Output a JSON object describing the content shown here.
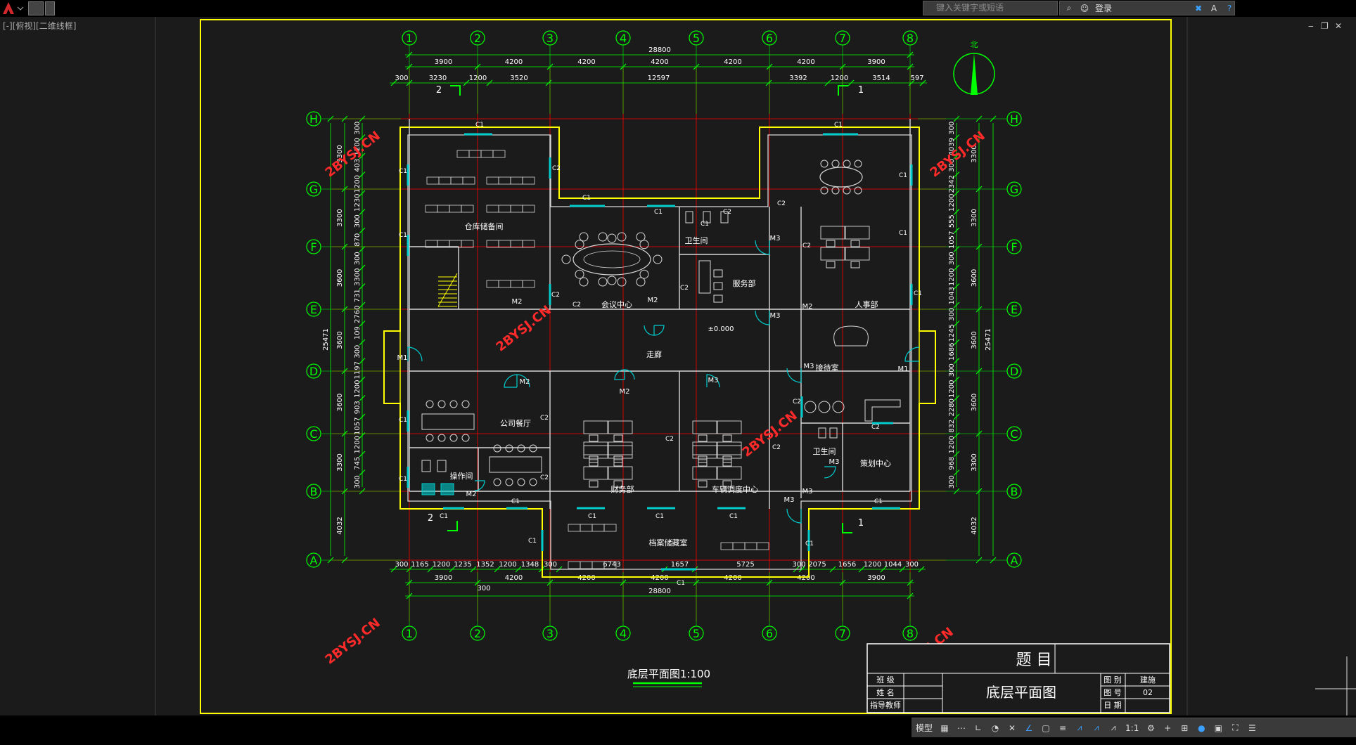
{
  "toolbar": {
    "search_placeholder": "键入关键字或短语",
    "login_label": "登录",
    "zoom_ratio": "1:1",
    "model_label": "模型"
  },
  "viewport": {
    "label": "[-][俯视][二维线框]"
  },
  "drawing": {
    "grid_cols": [
      "1",
      "2",
      "3",
      "4",
      "5",
      "6",
      "7",
      "8"
    ],
    "grid_rows": [
      "A",
      "B",
      "C",
      "D",
      "E",
      "F",
      "G",
      "H"
    ],
    "dim_total_top": "28800",
    "dim_top_row1": [
      "3900",
      "4200",
      "4200",
      "4200",
      "4200",
      "4200",
      "3900"
    ],
    "dim_top_row2": [
      "300",
      "3230",
      "1200",
      "3520",
      "12597",
      "3392",
      "1200",
      "3514",
      "597"
    ],
    "dim_total_bottom": "28800",
    "dim_bottom_row1": [
      "3900",
      "4200",
      "4200",
      "4200",
      "4200",
      "4200",
      "3900"
    ],
    "dim_bottom_row2": [
      "300",
      "1165",
      "1200",
      "1235",
      "1352",
      "1200",
      "1348",
      "300",
      "6743",
      "1657",
      "5725",
      "300",
      "2075",
      "1656",
      "1200",
      "1044",
      "300"
    ],
    "dim_bottom_extra": "300",
    "dim_left_total": "25471",
    "dim_left": [
      "4032",
      "3300",
      "3600",
      "3600",
      "3600",
      "3300",
      "3300"
    ],
    "dim_left_inner": [
      "300",
      "745",
      "1200",
      "1057",
      "903",
      "1200",
      "1197",
      "300",
      "109",
      "2760",
      "731",
      "3300",
      "300",
      "870",
      "300",
      "1230",
      "1200",
      "403",
      "1200",
      "300"
    ],
    "dim_right_total": "25471",
    "dim_right": [
      "4032",
      "3300",
      "3600",
      "3600",
      "3600",
      "3300",
      "3300"
    ],
    "dim_right_inner": [
      "300",
      "968",
      "1200",
      "832",
      "2280",
      "1200",
      "300",
      "1686",
      "1245",
      "300",
      "1043",
      "1200",
      "300",
      "1057",
      "555",
      "1200",
      "2342",
      "300",
      "4039",
      "300"
    ],
    "north": "北",
    "section_1": "1",
    "section_2": "2",
    "rooms": {
      "warehouse": "仓库储备间",
      "meeting": "会议中心",
      "wc_top": "卫生间",
      "service": "服务部",
      "hr": "人事部",
      "corridor": "走廊",
      "reception": "接待室",
      "dining": "公司餐厅",
      "finance": "财务部",
      "vehicle": "车辆调度中心",
      "wc_bottom": "卫生间",
      "planning": "策划中心",
      "kitchen": "操作间",
      "archive": "档案储藏室"
    },
    "level": "±0.000",
    "doors": {
      "m1": "M1",
      "m2": "M2",
      "m3": "M3"
    },
    "windows": {
      "c1": "C1",
      "c2": "C2"
    },
    "watermark": "2BYSJ.CN",
    "title": "底层平面图1:100"
  },
  "titleblock": {
    "subject_label": "题  目",
    "class_label": "班  级",
    "name_label": "姓  名",
    "advisor_label": "指导教师",
    "drawing_name": "底层平面图",
    "category_label": "图  别",
    "category_value": "建施",
    "number_label": "图  号",
    "number_value": "02",
    "date_label": "日  期"
  },
  "colors": {
    "frame": "#ffff00",
    "axis": "#ff0000",
    "dim": "#00ff00",
    "wall": "#d8d8d8",
    "window": "#00cccc"
  }
}
